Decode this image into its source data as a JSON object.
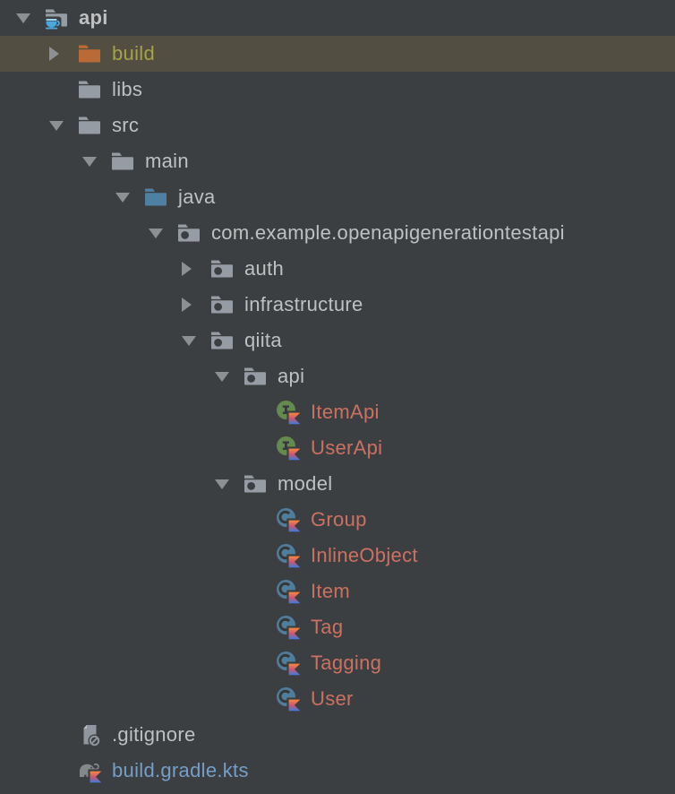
{
  "window": {
    "description": "IDE project tree view (dark theme)"
  },
  "colors": {
    "background": "#3C3F41",
    "selection_background": "#524E42",
    "text_normal": "#BEC0C2",
    "text_excluded": "#A8A246",
    "text_unversioned": "#CB7162",
    "text_modified": "#759EC8",
    "arrow": "#8C9093",
    "folder_gray": "#959CA4",
    "folder_source_blue": "#4E81A1",
    "folder_excluded_orange": "#B96A37",
    "package_dot": "#3C3F41",
    "interface_green": "#648A4E",
    "class_blue": "#4F7E9B",
    "icon_glyph_dark": "#35383A",
    "file_gray": "#8F969E",
    "file_fold_light": "#C3C8CD",
    "gradle_gray": "#84888C",
    "cup_blue": "#4BA7DD",
    "cup_rim_light": "#9AD4F1",
    "kotlin_orange": "#F8883C",
    "kotlin_pink": "#CE566F",
    "kotlin_blue": "#3E79DC"
  },
  "tree": {
    "rows": [
      {
        "label": "api",
        "level": 0,
        "arrow": "expanded",
        "icon": "gradle-module-folder-icon",
        "color": "normal",
        "selected": false,
        "bold": true
      },
      {
        "label": "build",
        "level": 1,
        "arrow": "collapsed",
        "icon": "excluded-folder-icon",
        "color": "excluded",
        "selected": true,
        "bold": false
      },
      {
        "label": "libs",
        "level": 1,
        "arrow": "none",
        "icon": "folder-icon",
        "color": "normal",
        "selected": false,
        "bold": false
      },
      {
        "label": "src",
        "level": 1,
        "arrow": "expanded",
        "icon": "folder-icon",
        "color": "normal",
        "selected": false,
        "bold": false
      },
      {
        "label": "main",
        "level": 2,
        "arrow": "expanded",
        "icon": "folder-icon",
        "color": "normal",
        "selected": false,
        "bold": false
      },
      {
        "label": "java",
        "level": 3,
        "arrow": "expanded",
        "icon": "source-root-folder-icon",
        "color": "normal",
        "selected": false,
        "bold": false
      },
      {
        "label": "com.example.openapigenerationtestapi",
        "level": 4,
        "arrow": "expanded",
        "icon": "package-icon",
        "color": "normal",
        "selected": false,
        "bold": false
      },
      {
        "label": "auth",
        "level": 5,
        "arrow": "collapsed",
        "icon": "package-icon",
        "color": "normal",
        "selected": false,
        "bold": false
      },
      {
        "label": "infrastructure",
        "level": 5,
        "arrow": "collapsed",
        "icon": "package-icon",
        "color": "normal",
        "selected": false,
        "bold": false
      },
      {
        "label": "qiita",
        "level": 5,
        "arrow": "expanded",
        "icon": "package-icon",
        "color": "normal",
        "selected": false,
        "bold": false
      },
      {
        "label": "api",
        "level": 6,
        "arrow": "expanded",
        "icon": "package-icon",
        "color": "normal",
        "selected": false,
        "bold": false
      },
      {
        "label": "ItemApi",
        "level": 7,
        "arrow": "none",
        "icon": "kotlin-interface-icon",
        "color": "unversioned",
        "selected": false,
        "bold": false
      },
      {
        "label": "UserApi",
        "level": 7,
        "arrow": "none",
        "icon": "kotlin-interface-icon",
        "color": "unversioned",
        "selected": false,
        "bold": false
      },
      {
        "label": "model",
        "level": 6,
        "arrow": "expanded",
        "icon": "package-icon",
        "color": "normal",
        "selected": false,
        "bold": false
      },
      {
        "label": "Group",
        "level": 7,
        "arrow": "none",
        "icon": "kotlin-class-icon",
        "color": "unversioned",
        "selected": false,
        "bold": false
      },
      {
        "label": "InlineObject",
        "level": 7,
        "arrow": "none",
        "icon": "kotlin-class-icon",
        "color": "unversioned",
        "selected": false,
        "bold": false
      },
      {
        "label": "Item",
        "level": 7,
        "arrow": "none",
        "icon": "kotlin-class-icon",
        "color": "unversioned",
        "selected": false,
        "bold": false
      },
      {
        "label": "Tag",
        "level": 7,
        "arrow": "none",
        "icon": "kotlin-class-icon",
        "color": "unversioned",
        "selected": false,
        "bold": false
      },
      {
        "label": "Tagging",
        "level": 7,
        "arrow": "none",
        "icon": "kotlin-class-icon",
        "color": "unversioned",
        "selected": false,
        "bold": false
      },
      {
        "label": "User",
        "level": 7,
        "arrow": "none",
        "icon": "kotlin-class-icon",
        "color": "unversioned",
        "selected": false,
        "bold": false
      },
      {
        "label": ".gitignore",
        "level": 1,
        "arrow": "none",
        "icon": "ignored-file-icon",
        "color": "normal",
        "selected": false,
        "bold": false
      },
      {
        "label": "build.gradle.kts",
        "level": 1,
        "arrow": "none",
        "icon": "gradle-kotlin-script-icon",
        "color": "modified",
        "selected": false,
        "bold": false
      }
    ]
  }
}
